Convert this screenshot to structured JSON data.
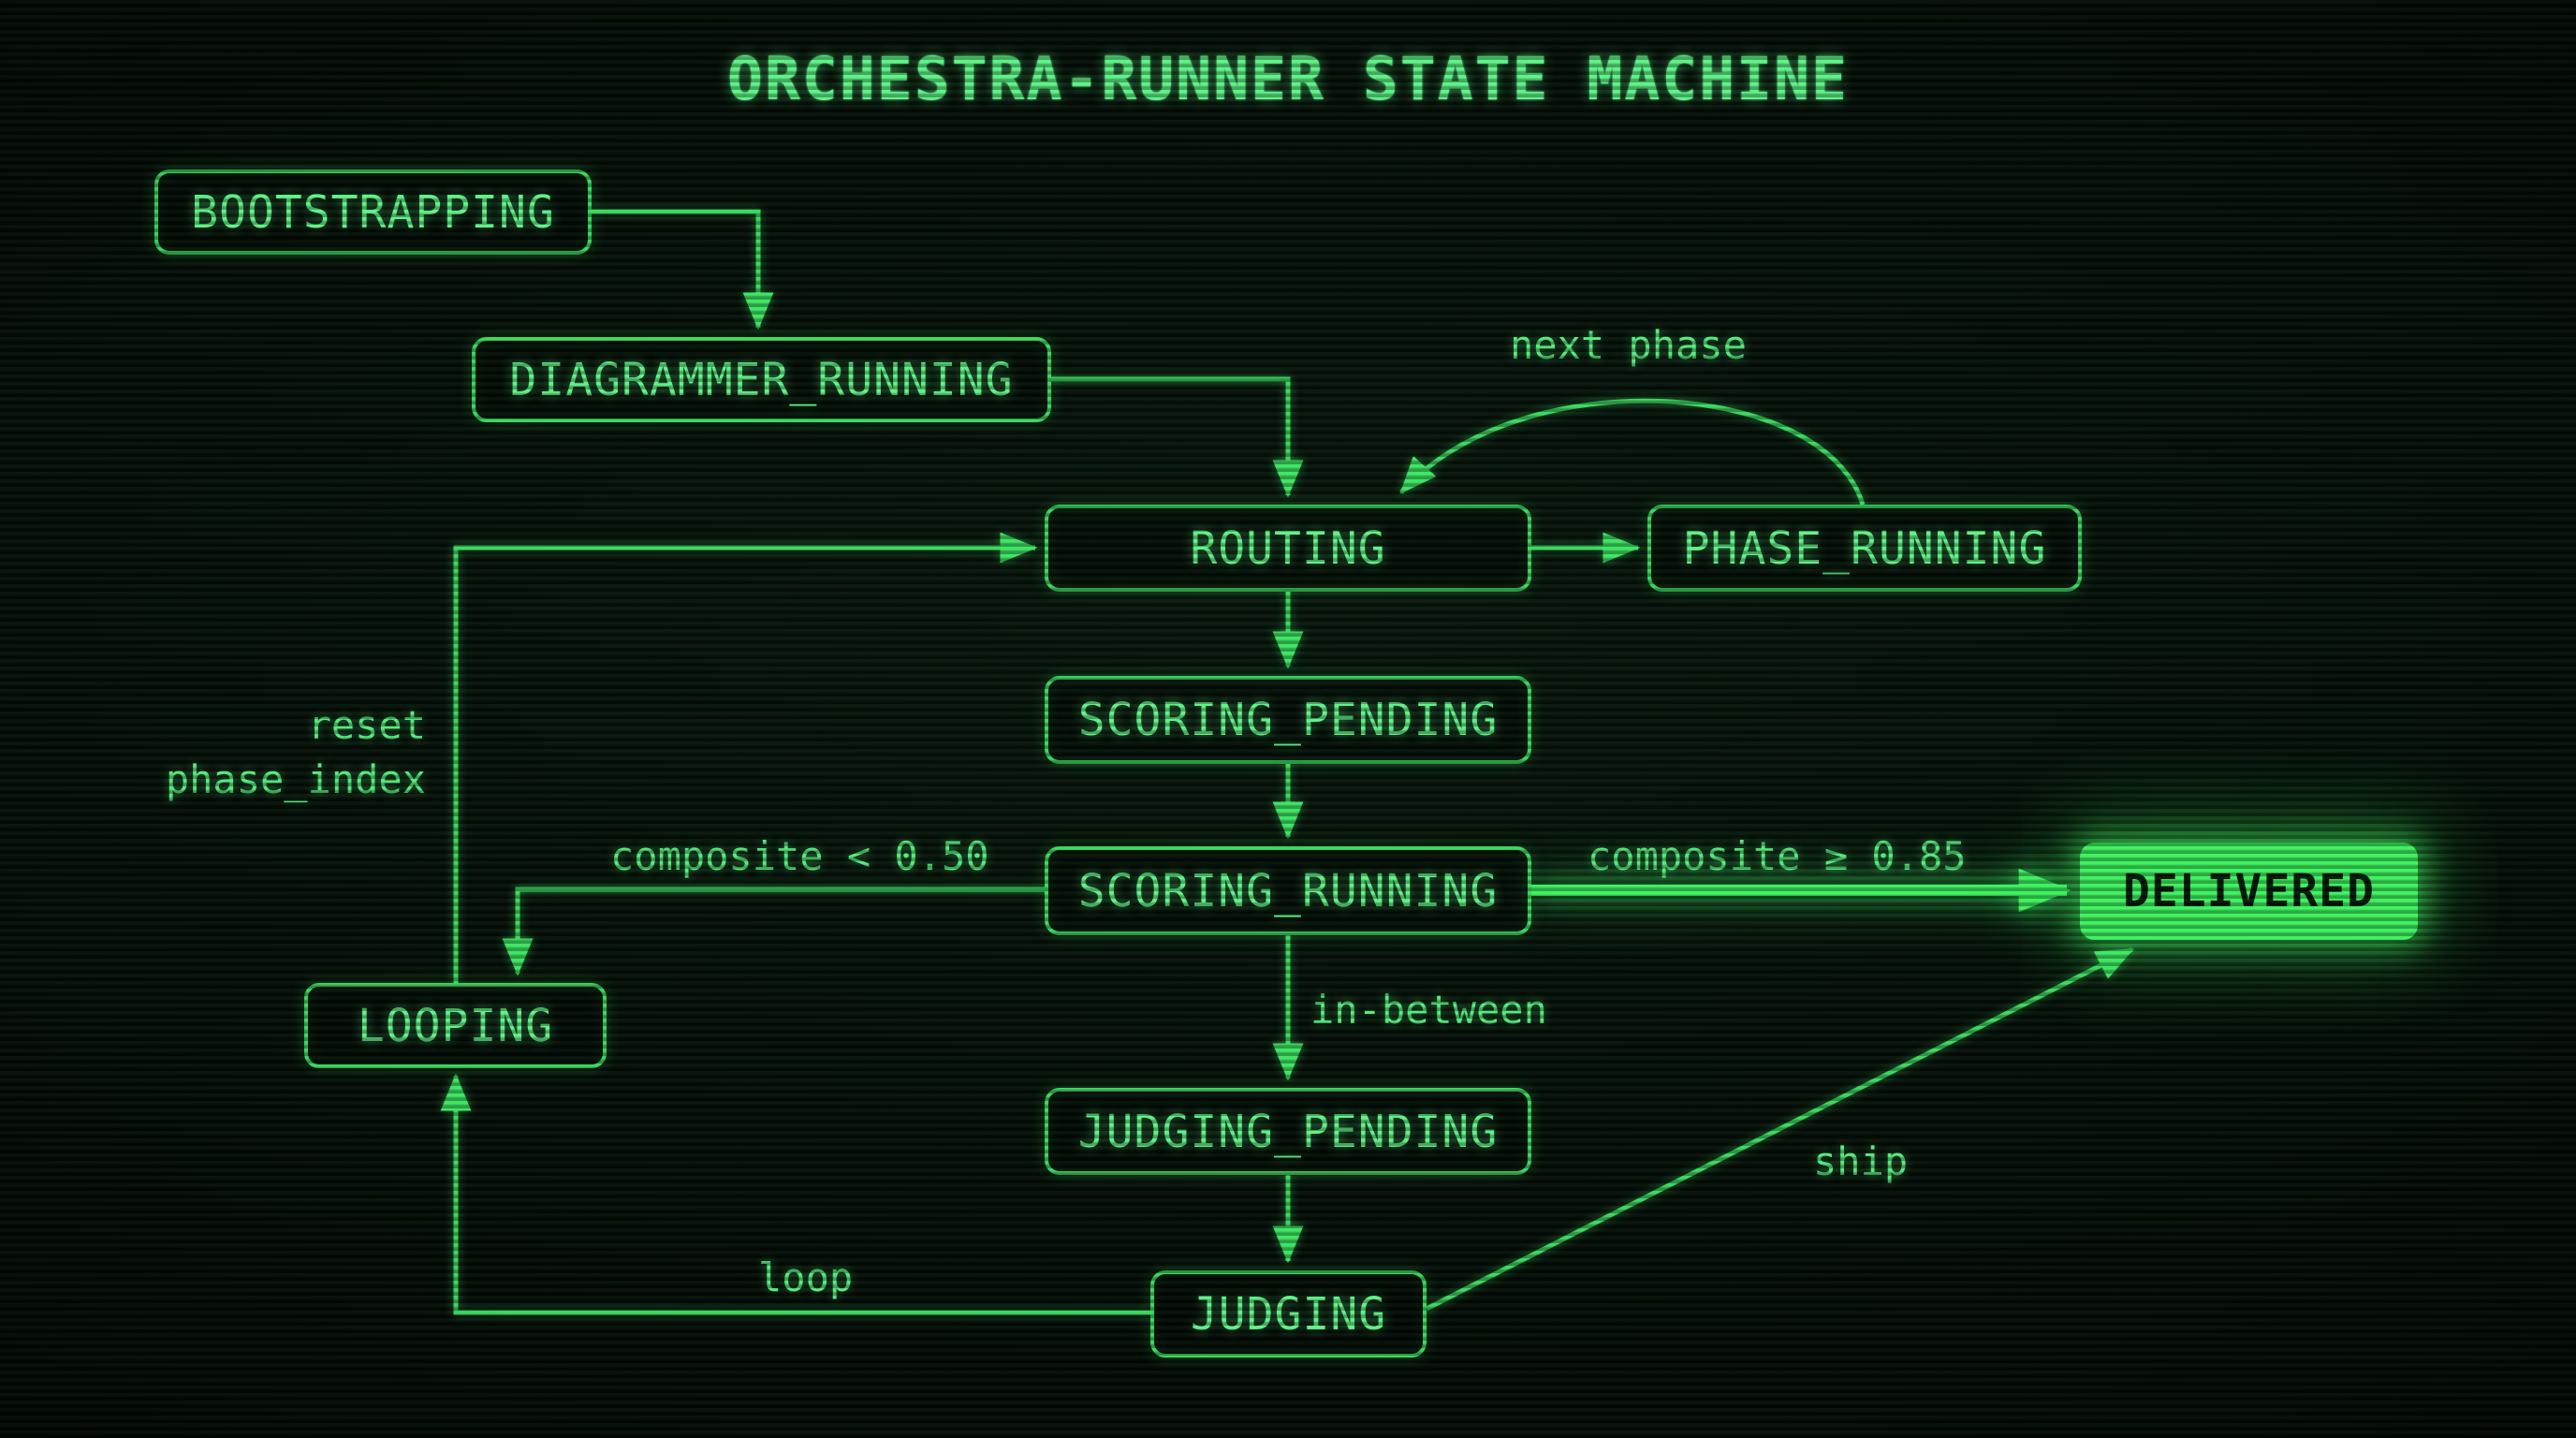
{
  "title": "ORCHESTRA-RUNNER STATE MACHINE",
  "theme": {
    "background": "#050c07",
    "line_green": "#3bd75e",
    "text_green": "#60f287",
    "label_green": "#55ea7c",
    "delivered_fill": "#3ef25f",
    "delivered_text": "#04180a"
  },
  "states": [
    {
      "id": "bootstrapping",
      "label": "BOOTSTRAPPING"
    },
    {
      "id": "diagrammer_running",
      "label": "DIAGRAMMER_RUNNING"
    },
    {
      "id": "routing",
      "label": "ROUTING"
    },
    {
      "id": "phase_running",
      "label": "PHASE_RUNNING"
    },
    {
      "id": "scoring_pending",
      "label": "SCORING_PENDING"
    },
    {
      "id": "scoring_running",
      "label": "SCORING_RUNNING"
    },
    {
      "id": "delivered",
      "label": "DELIVERED",
      "highlighted": true
    },
    {
      "id": "looping",
      "label": "LOOPING"
    },
    {
      "id": "judging_pending",
      "label": "JUDGING_PENDING"
    },
    {
      "id": "judging",
      "label": "JUDGING"
    }
  ],
  "transitions": [
    {
      "from": "bootstrapping",
      "to": "diagrammer_running",
      "label": ""
    },
    {
      "from": "diagrammer_running",
      "to": "routing",
      "label": ""
    },
    {
      "from": "routing",
      "to": "phase_running",
      "label": ""
    },
    {
      "from": "phase_running",
      "to": "routing",
      "label": "next phase"
    },
    {
      "from": "routing",
      "to": "scoring_pending",
      "label": ""
    },
    {
      "from": "scoring_pending",
      "to": "scoring_running",
      "label": ""
    },
    {
      "from": "scoring_running",
      "to": "looping",
      "label": "composite < 0.50"
    },
    {
      "from": "scoring_running",
      "to": "delivered",
      "label": "composite ≥ 0.85"
    },
    {
      "from": "scoring_running",
      "to": "judging_pending",
      "label": "in-between"
    },
    {
      "from": "judging_pending",
      "to": "judging",
      "label": ""
    },
    {
      "from": "judging",
      "to": "looping",
      "label": "loop"
    },
    {
      "from": "judging",
      "to": "delivered",
      "label": "ship"
    },
    {
      "from": "looping",
      "to": "routing",
      "label": "reset\nphase_index"
    }
  ]
}
